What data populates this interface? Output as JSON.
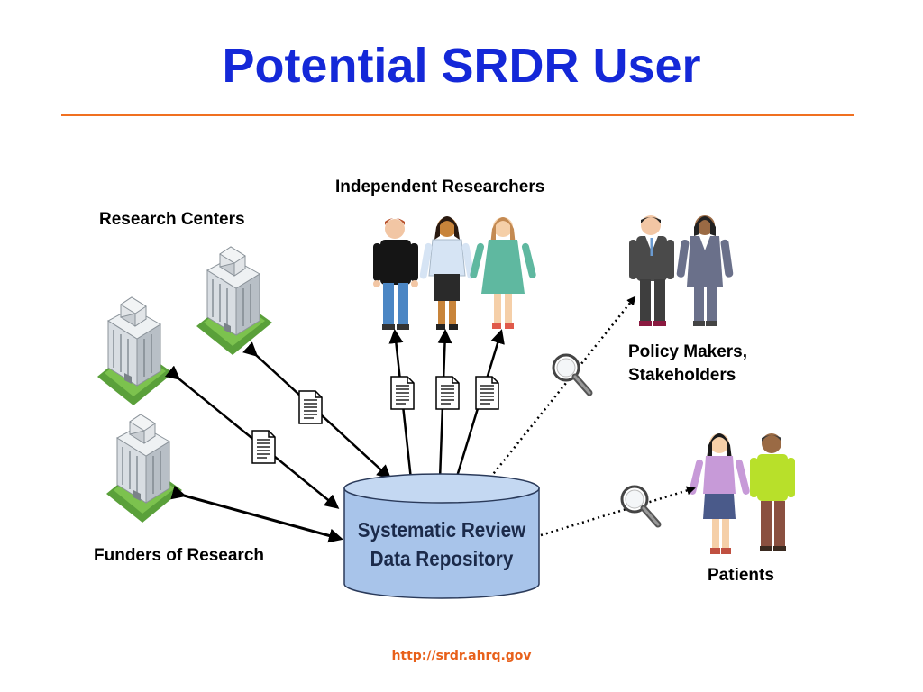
{
  "slide": {
    "title": "Potential SRDR User",
    "url": "http://srdr.ahrq.gov"
  },
  "labels": {
    "independent_researchers": "Independent Researchers",
    "research_centers": "Research Centers",
    "policy_makers_line1": "Policy Makers,",
    "policy_makers_line2": "Stakeholders",
    "funders": "Funders of Research",
    "patients": "Patients"
  },
  "repository": {
    "line1": "Systematic Review",
    "line2": "Data Repository"
  },
  "colors": {
    "title": "#1428d8",
    "rule": "#f07020",
    "url": "#e8601a",
    "repository_fill": "#a8c4ea",
    "repository_stroke": "#2a3a5a"
  },
  "icons": [
    "building-icon",
    "person-icon",
    "document-icon",
    "magnifier-icon",
    "database-cylinder-icon"
  ]
}
